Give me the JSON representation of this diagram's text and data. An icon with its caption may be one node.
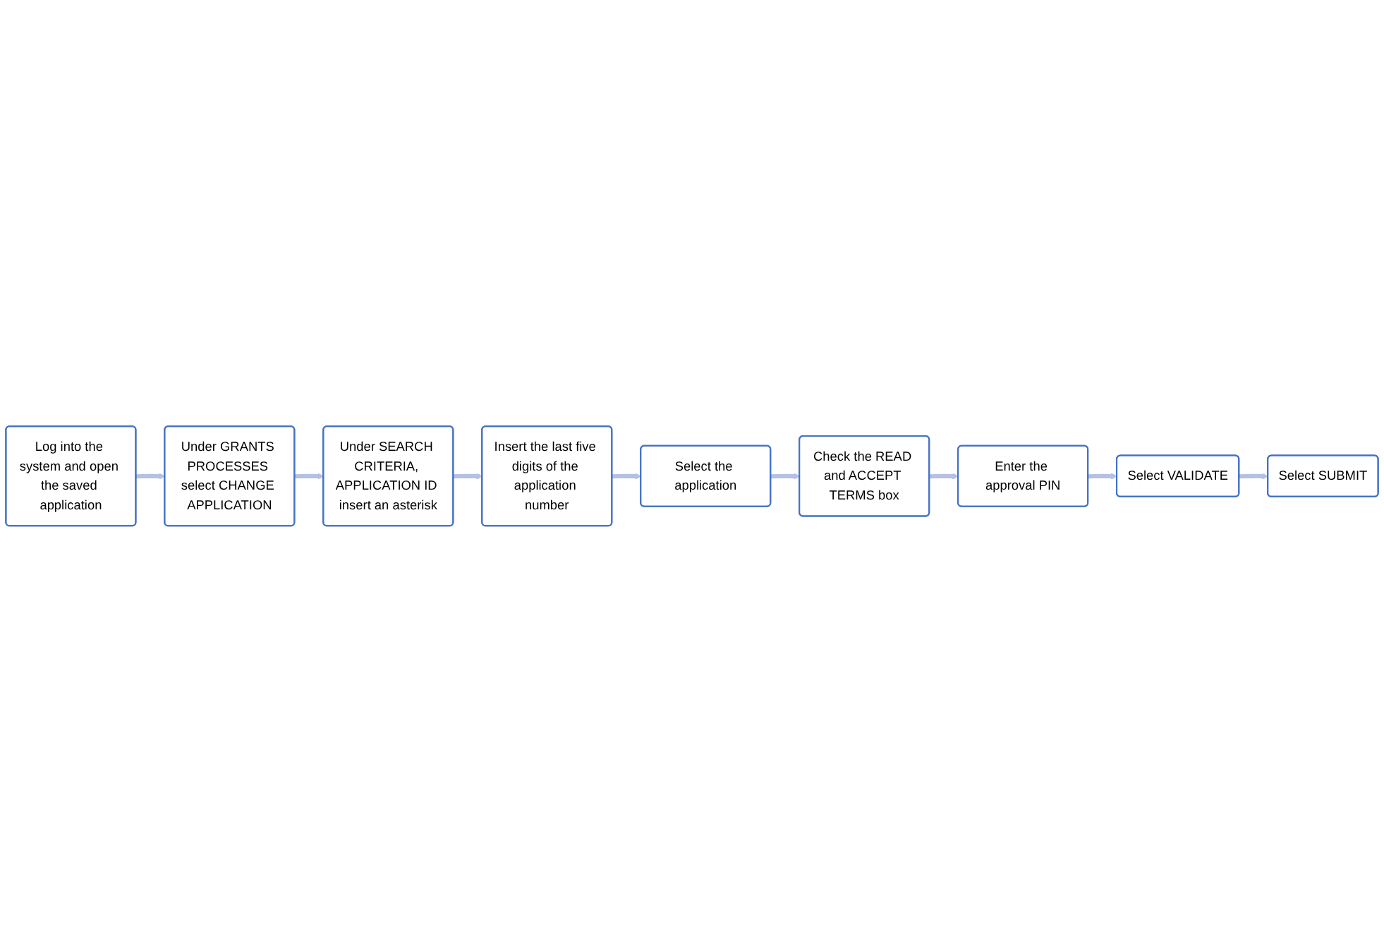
{
  "diagram": {
    "nodes": [
      {
        "text": [
          "Log into the system and open the saved application"
        ]
      },
      {
        "text": [
          "Under GRANTS PROCESSES select CHANGE APPLICATION"
        ]
      },
      {
        "text": [
          "Under SEARCH CRITERIA, APPLICATION ID insert an asterisk"
        ]
      },
      {
        "text": [
          "Insert the last five digits of the application number"
        ]
      },
      {
        "text": [
          "Select the application"
        ]
      },
      {
        "text": [
          "Check the READ and ACCEPT TERMS box"
        ]
      },
      {
        "text": [
          "Enter the approval PIN"
        ]
      },
      {
        "text": [
          "Select VALIDATE"
        ]
      },
      {
        "text": [
          "Select SUBMIT"
        ]
      }
    ],
    "edges": [
      {
        "from": 0,
        "to": 1,
        "arrow": "to"
      },
      {
        "from": 1,
        "to": 2,
        "arrow": "to"
      },
      {
        "from": 2,
        "to": 3,
        "arrow": "to"
      },
      {
        "from": 3,
        "to": 4,
        "arrow": "to"
      },
      {
        "from": 4,
        "to": 5,
        "arrow": "to"
      },
      {
        "from": 5,
        "to": 6,
        "arrow": "to"
      },
      {
        "from": 6,
        "to": 7,
        "arrow": "to"
      },
      {
        "from": 7,
        "to": 8,
        "arrow": "to"
      }
    ]
  }
}
